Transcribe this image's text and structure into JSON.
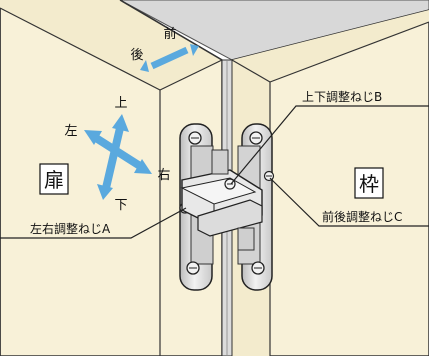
{
  "panels": {
    "door": "扉",
    "frame": "枠"
  },
  "direction_labels": {
    "front": "前",
    "back": "後",
    "up": "上",
    "down": "下",
    "left": "左",
    "right": "右"
  },
  "callouts": {
    "screw_a": "左右調整ねじA",
    "screw_b": "上下調整ねじB",
    "screw_c": "前後調整ねじC"
  },
  "colors": {
    "panel_fill": "#f8f1d8",
    "arrow_blue": "#5aa9de",
    "metal": "#e4e4e4",
    "outline": "#2a2a2a"
  }
}
